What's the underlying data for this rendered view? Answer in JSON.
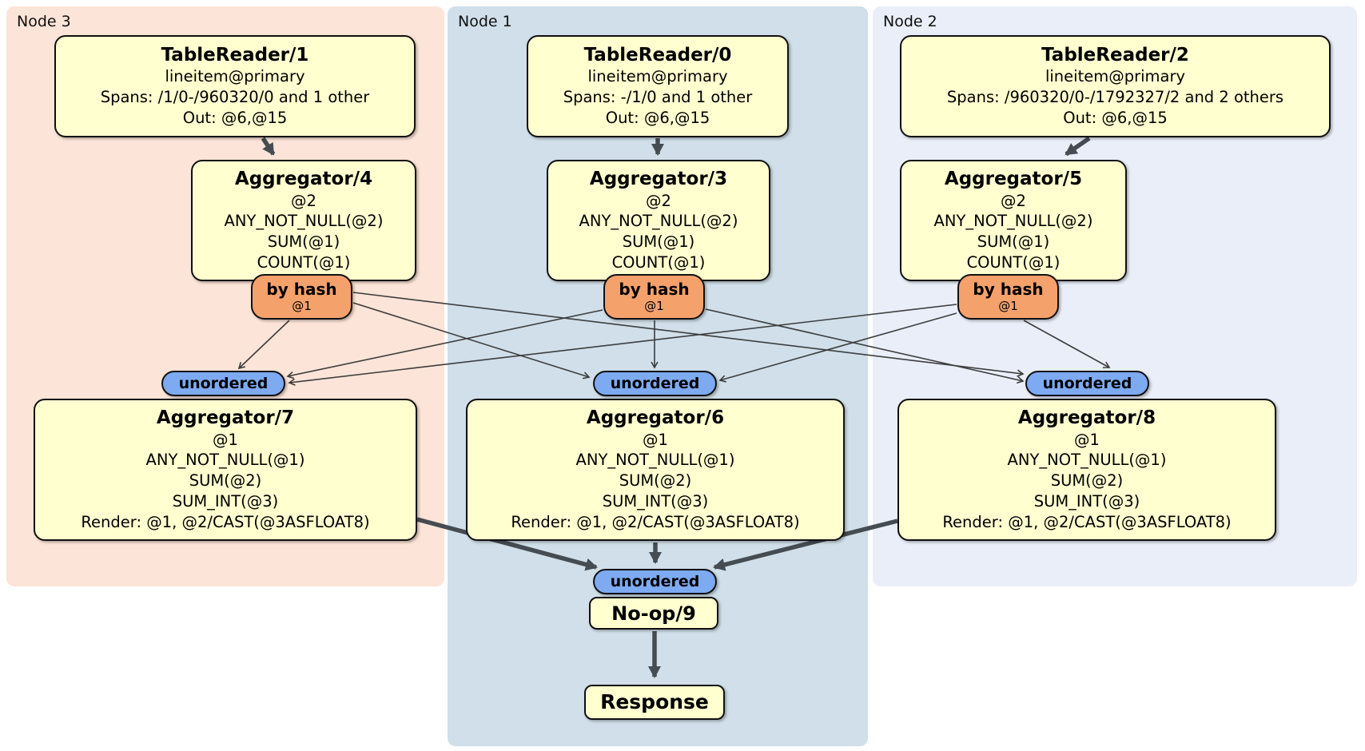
{
  "regions": {
    "node3": {
      "label": "Node 3"
    },
    "node1": {
      "label": "Node 1"
    },
    "node2": {
      "label": "Node 2"
    }
  },
  "processors": {
    "tablereader1": {
      "title": "TableReader/1",
      "lines": [
        "lineitem@primary",
        "Spans: /1/0-/960320/0 and 1 other",
        "Out: @6,@15"
      ]
    },
    "tablereader0": {
      "title": "TableReader/0",
      "lines": [
        "lineitem@primary",
        "Spans: -/1/0 and 1 other",
        "Out: @6,@15"
      ]
    },
    "tablereader2": {
      "title": "TableReader/2",
      "lines": [
        "lineitem@primary",
        "Spans: /960320/0-/1792327/2 and 2 others",
        "Out: @6,@15"
      ]
    },
    "aggregator4": {
      "title": "Aggregator/4",
      "lines": [
        "@2",
        "ANY_NOT_NULL(@2)",
        "SUM(@1)",
        "COUNT(@1)"
      ]
    },
    "aggregator3": {
      "title": "Aggregator/3",
      "lines": [
        "@2",
        "ANY_NOT_NULL(@2)",
        "SUM(@1)",
        "COUNT(@1)"
      ]
    },
    "aggregator5": {
      "title": "Aggregator/5",
      "lines": [
        "@2",
        "ANY_NOT_NULL(@2)",
        "SUM(@1)",
        "COUNT(@1)"
      ]
    },
    "aggregator7": {
      "title": "Aggregator/7",
      "lines": [
        "@1",
        "ANY_NOT_NULL(@1)",
        "SUM(@2)",
        "SUM_INT(@3)",
        "Render: @1, @2/CAST(@3ASFLOAT8)"
      ]
    },
    "aggregator6": {
      "title": "Aggregator/6",
      "lines": [
        "@1",
        "ANY_NOT_NULL(@1)",
        "SUM(@2)",
        "SUM_INT(@3)",
        "Render: @1, @2/CAST(@3ASFLOAT8)"
      ]
    },
    "aggregator8": {
      "title": "Aggregator/8",
      "lines": [
        "@1",
        "ANY_NOT_NULL(@1)",
        "SUM(@2)",
        "SUM_INT(@3)",
        "Render: @1, @2/CAST(@3ASFLOAT8)"
      ]
    },
    "noop": {
      "title": "No-op/9"
    },
    "response": {
      "title": "Response"
    }
  },
  "router": {
    "label": "by hash",
    "detail": "@1"
  },
  "sync": {
    "label": "unordered"
  },
  "colors": {
    "node3_background": "#fce4d8",
    "node1_background": "#d0dfe9",
    "node2_background": "#eaeef8",
    "processor_fill": "#ffffd0",
    "router_fill": "#f5a16c",
    "sync_fill": "#7daaf1",
    "box_border": "#111111",
    "edge_thin": "#3d3d3d",
    "edge_thick": "#454c52"
  }
}
